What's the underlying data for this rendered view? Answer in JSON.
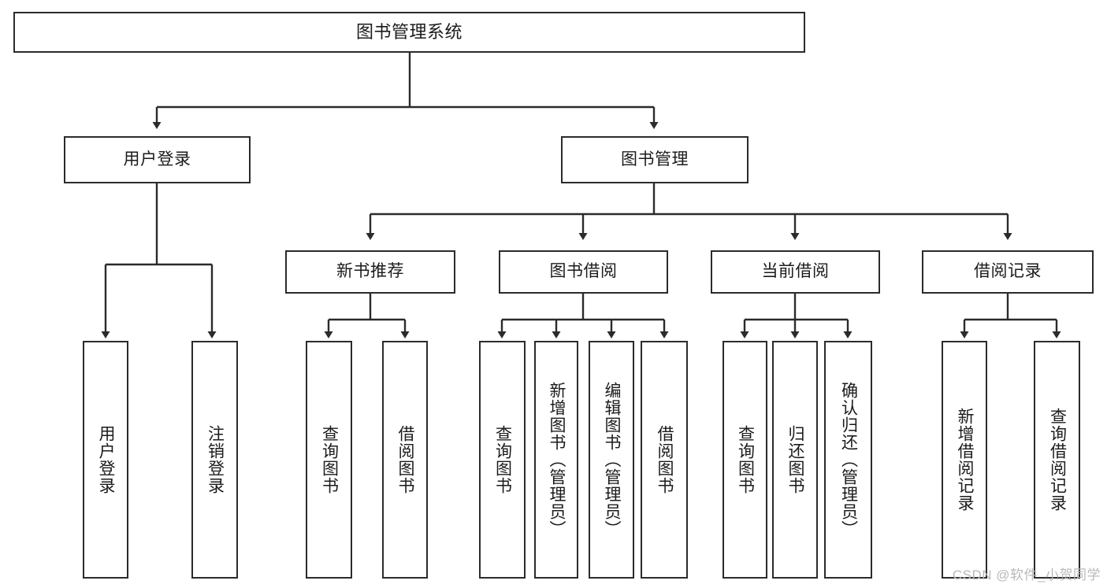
{
  "diagram": {
    "title": "图书管理系统",
    "type": "tree",
    "watermark": "CSDN @软件_小贺同学",
    "colors": {
      "stroke": "#2b2b2b",
      "fill": "#ffffff",
      "text": "#1b1b1b",
      "watermark": "#b9b9b9"
    },
    "nodes": {
      "root": {
        "label": "图书管理系统"
      },
      "level2": [
        {
          "id": "user-login",
          "label": "用户登录"
        },
        {
          "id": "book-management",
          "label": "图书管理"
        }
      ],
      "level3": [
        {
          "id": "new-book-recommend",
          "label": "新书推荐"
        },
        {
          "id": "book-borrow",
          "label": "图书借阅"
        },
        {
          "id": "current-borrow",
          "label": "当前借阅"
        },
        {
          "id": "borrow-record",
          "label": "借阅记录"
        }
      ],
      "leaves": {
        "user-login": [
          {
            "id": "leaf-user-login",
            "label": "用户登录"
          },
          {
            "id": "leaf-logout-login",
            "label": "注销登录"
          }
        ],
        "new-book-recommend": [
          {
            "id": "leaf-query-book-1",
            "label": "查询图书"
          },
          {
            "id": "leaf-borrow-book-1",
            "label": "借阅图书"
          }
        ],
        "book-borrow": [
          {
            "id": "leaf-query-book-2",
            "label": "查询图书"
          },
          {
            "id": "leaf-add-book",
            "label": "新增图书（管理员）"
          },
          {
            "id": "leaf-edit-book",
            "label": "编辑图书（管理员）"
          },
          {
            "id": "leaf-borrow-book-2",
            "label": "借阅图书"
          }
        ],
        "current-borrow": [
          {
            "id": "leaf-query-book-3",
            "label": "查询图书"
          },
          {
            "id": "leaf-return-book",
            "label": "归还图书"
          },
          {
            "id": "leaf-confirm-return",
            "label": "确认归还（管理员）"
          }
        ],
        "borrow-record": [
          {
            "id": "leaf-add-record",
            "label": "新增借阅记录"
          },
          {
            "id": "leaf-query-record",
            "label": "查询借阅记录"
          }
        ]
      }
    }
  }
}
